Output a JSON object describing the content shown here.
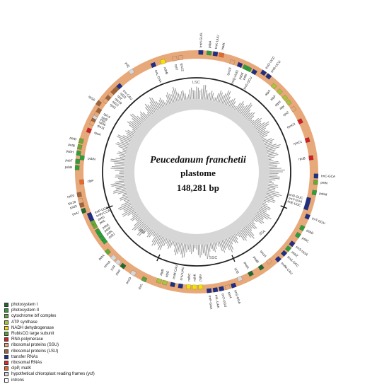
{
  "organism": {
    "species": "Peucedanum franchetii",
    "genome_type": "plastome",
    "length": "148,281 bp"
  },
  "regions": {
    "lsc": "LSC",
    "ssc": "SSC",
    "ira": "IRA",
    "irb": "IRB"
  },
  "legend": [
    {
      "label": "photosystem I",
      "color": "#1e6b2e"
    },
    {
      "label": "photosystem II",
      "color": "#2e9e3c"
    },
    {
      "label": "cytochrome b/f complex",
      "color": "#6aa833"
    },
    {
      "label": "ATP synthase",
      "color": "#a8c43c"
    },
    {
      "label": "NADH dehydrogenase",
      "color": "#f2e400"
    },
    {
      "label": "RubisCO large subunit",
      "color": "#5f9e3a"
    },
    {
      "label": "RNA polymerase",
      "color": "#d11f26"
    },
    {
      "label": "ribosomal proteins (SSU)",
      "color": "#e8a97a"
    },
    {
      "label": "ribosomal proteins (LSU)",
      "color": "#a0643b"
    },
    {
      "label": "transfer RNAs",
      "color": "#1f2f86"
    },
    {
      "label": "ribosomal RNAs",
      "color": "#e52a2a"
    },
    {
      "label": "clpP, matK",
      "color": "#e86a2a"
    },
    {
      "label": "hypothetical chloroplast reading frames (ycf)",
      "color": "#d8d8d8"
    },
    {
      "label": "introns",
      "color": "#ffffff"
    }
  ],
  "genes": [
    {
      "name": "trnH-GUG",
      "angle": 2,
      "side": "out",
      "color": "#1f2f86"
    },
    {
      "name": "psbA",
      "angle": 6,
      "side": "out",
      "color": "#2e9e3c"
    },
    {
      "name": "trnK-UUU",
      "angle": 9,
      "side": "out",
      "color": "#1f2f86"
    },
    {
      "name": "matK",
      "angle": 12,
      "side": "out",
      "color": "#e86a2a"
    },
    {
      "name": "rps16",
      "angle": 18,
      "side": "in",
      "color": "#e8a97a"
    },
    {
      "name": "trnQ-UUG",
      "angle": 22,
      "side": "in",
      "color": "#1f2f86"
    },
    {
      "name": "psbK",
      "angle": 25,
      "side": "in",
      "color": "#2e9e3c"
    },
    {
      "name": "psbI",
      "angle": 27,
      "side": "in",
      "color": "#2e9e3c"
    },
    {
      "name": "trnS-GCU",
      "angle": 30,
      "side": "in",
      "color": "#1f2f86"
    },
    {
      "name": "trnG-UCC",
      "angle": 34,
      "side": "out",
      "color": "#1f2f86"
    },
    {
      "name": "trnR-UCU",
      "angle": 37,
      "side": "out",
      "color": "#1f2f86"
    },
    {
      "name": "atpA",
      "angle": 42,
      "side": "in",
      "color": "#a8c43c"
    },
    {
      "name": "atpF",
      "angle": 46,
      "side": "in",
      "color": "#a8c43c"
    },
    {
      "name": "atpH",
      "angle": 50,
      "side": "in",
      "color": "#a8c43c"
    },
    {
      "name": "atpI",
      "angle": 53,
      "side": "in",
      "color": "#a8c43c"
    },
    {
      "name": "rps2",
      "angle": 57,
      "side": "in",
      "color": "#e8a97a"
    },
    {
      "name": "rpoC2",
      "angle": 64,
      "side": "in",
      "color": "#d11f26"
    },
    {
      "name": "rpoC1",
      "angle": 74,
      "side": "in",
      "color": "#d11f26"
    },
    {
      "name": "rpoB",
      "angle": 83,
      "side": "in",
      "color": "#d11f26"
    },
    {
      "name": "trnC-GCA",
      "angle": 92,
      "side": "out",
      "color": "#1f2f86"
    },
    {
      "name": "petN",
      "angle": 95,
      "side": "out",
      "color": "#6aa833"
    },
    {
      "name": "psbM",
      "angle": 100,
      "side": "out",
      "color": "#2e9e3c"
    },
    {
      "name": "trnD-GUC",
      "angle": 104,
      "side": "in",
      "color": "#1f2f86"
    },
    {
      "name": "trnY-GUA",
      "angle": 106,
      "side": "in",
      "color": "#1f2f86"
    },
    {
      "name": "trnE-UUC",
      "angle": 108,
      "side": "in",
      "color": "#1f2f86"
    },
    {
      "name": "trnT-GGU",
      "angle": 112,
      "side": "out",
      "color": "#1f2f86"
    },
    {
      "name": "psbD",
      "angle": 118,
      "side": "out",
      "color": "#2e9e3c"
    },
    {
      "name": "psbC",
      "angle": 122,
      "side": "out",
      "color": "#2e9e3c"
    },
    {
      "name": "trnS-UGA",
      "angle": 127,
      "side": "out",
      "color": "#1f2f86"
    },
    {
      "name": "psbZ",
      "angle": 130,
      "side": "out",
      "color": "#2e9e3c"
    },
    {
      "name": "trnG-GCC",
      "angle": 133,
      "side": "out",
      "color": "#1f2f86"
    },
    {
      "name": "trnfM-CAU",
      "angle": 137,
      "side": "out",
      "color": "#1f2f86"
    },
    {
      "name": "rps14",
      "angle": 141,
      "side": "in",
      "color": "#e8a97a"
    },
    {
      "name": "psaB",
      "angle": 146,
      "side": "in",
      "color": "#1e6b2e"
    },
    {
      "name": "psaA",
      "angle": 152,
      "side": "in",
      "color": "#1e6b2e"
    },
    {
      "name": "ycf3",
      "angle": 158,
      "side": "in",
      "color": "#d8d8d8"
    },
    {
      "name": "trnS-GGA",
      "angle": 162,
      "side": "out",
      "color": "#1f2f86"
    },
    {
      "name": "rps4",
      "angle": 165,
      "side": "out",
      "color": "#e8a97a"
    },
    {
      "name": "trnT-UGU",
      "angle": 168,
      "side": "out",
      "color": "#1f2f86"
    },
    {
      "name": "trnL-UAA",
      "angle": 171,
      "side": "out",
      "color": "#1f2f86"
    },
    {
      "name": "trnF-GAA",
      "angle": 174,
      "side": "out",
      "color": "#1f2f86"
    },
    {
      "name": "ndhJ",
      "angle": 178,
      "side": "in",
      "color": "#f2e400"
    },
    {
      "name": "ndhK",
      "angle": 181,
      "side": "in",
      "color": "#f2e400"
    },
    {
      "name": "ndhC",
      "angle": 184,
      "side": "in",
      "color": "#f2e400"
    },
    {
      "name": "trnV-UAC",
      "angle": 188,
      "side": "in",
      "color": "#1f2f86"
    },
    {
      "name": "trnM-CAU",
      "angle": 192,
      "side": "in",
      "color": "#1f2f86"
    },
    {
      "name": "atpE",
      "angle": 196,
      "side": "in",
      "color": "#a8c43c"
    },
    {
      "name": "atpB",
      "angle": 199,
      "side": "in",
      "color": "#a8c43c"
    },
    {
      "name": "rbcL",
      "angle": 206,
      "side": "out",
      "color": "#5f9e3a"
    },
    {
      "name": "accD",
      "angle": 212,
      "side": "out",
      "color": "#d8d8d8"
    },
    {
      "name": "psaI",
      "angle": 218,
      "side": "out",
      "color": "#1e6b2e"
    },
    {
      "name": "ycf4",
      "angle": 221,
      "side": "out",
      "color": "#d8d8d8"
    },
    {
      "name": "cemA",
      "angle": 224,
      "side": "out",
      "color": "#d8d8d8"
    },
    {
      "name": "petA",
      "angle": 228,
      "side": "out",
      "color": "#6aa833"
    },
    {
      "name": "psbJ",
      "angle": 233,
      "side": "in",
      "color": "#2e9e3c"
    },
    {
      "name": "psbL",
      "angle": 235,
      "side": "in",
      "color": "#2e9e3c"
    },
    {
      "name": "psbF",
      "angle": 237,
      "side": "in",
      "color": "#2e9e3c"
    },
    {
      "name": "psbE",
      "angle": 239,
      "side": "in",
      "color": "#2e9e3c"
    },
    {
      "name": "petL",
      "angle": 242,
      "side": "in",
      "color": "#6aa833"
    },
    {
      "name": "petG",
      "angle": 244,
      "side": "in",
      "color": "#6aa833"
    },
    {
      "name": "trnW-CCA",
      "angle": 246,
      "side": "in",
      "color": "#1f2f86"
    },
    {
      "name": "trnP-UGG",
      "angle": 248,
      "side": "in",
      "color": "#1f2f86"
    },
    {
      "name": "psaJ",
      "angle": 251,
      "side": "out",
      "color": "#1e6b2e"
    },
    {
      "name": "rpl33",
      "angle": 254,
      "side": "out",
      "color": "#a0643b"
    },
    {
      "name": "rps18",
      "angle": 256,
      "side": "out",
      "color": "#e8a97a"
    },
    {
      "name": "rpl20",
      "angle": 259,
      "side": "out",
      "color": "#a0643b"
    },
    {
      "name": "clpP",
      "angle": 265,
      "side": "in",
      "color": "#e86a2a"
    },
    {
      "name": "psbB",
      "angle": 272,
      "side": "out",
      "color": "#2e9e3c"
    },
    {
      "name": "psbT",
      "angle": 275,
      "side": "out",
      "color": "#2e9e3c"
    },
    {
      "name": "psbN",
      "angle": 277,
      "side": "in",
      "color": "#2e9e3c"
    },
    {
      "name": "psbH",
      "angle": 279,
      "side": "out",
      "color": "#2e9e3c"
    },
    {
      "name": "petB",
      "angle": 282,
      "side": "out",
      "color": "#6aa833"
    },
    {
      "name": "petD",
      "angle": 285,
      "side": "out",
      "color": "#6aa833"
    },
    {
      "name": "rpoA",
      "angle": 291,
      "side": "in",
      "color": "#d11f26"
    },
    {
      "name": "rps11",
      "angle": 295,
      "side": "in",
      "color": "#e8a97a"
    },
    {
      "name": "rpl36",
      "angle": 297,
      "side": "in",
      "color": "#a0643b"
    },
    {
      "name": "infA",
      "angle": 298.5,
      "side": "in",
      "color": "#d8d8d8"
    },
    {
      "name": "rps8",
      "angle": 300,
      "side": "in",
      "color": "#e8a97a"
    },
    {
      "name": "rpl14",
      "angle": 302,
      "side": "in",
      "color": "#a0643b"
    },
    {
      "name": "rpl16",
      "angle": 305,
      "side": "out",
      "color": "#a0643b"
    },
    {
      "name": "rps3",
      "angle": 308,
      "side": "in",
      "color": "#e8a97a"
    },
    {
      "name": "rpl22",
      "angle": 310,
      "side": "in",
      "color": "#a0643b"
    },
    {
      "name": "rps19",
      "angle": 312,
      "side": "in",
      "color": "#e8a97a"
    },
    {
      "name": "rpl2",
      "angle": 314,
      "side": "in",
      "color": "#a0643b"
    },
    {
      "name": "rpl23",
      "angle": 316,
      "side": "in",
      "color": "#a0643b"
    },
    {
      "name": "trnI-CAU",
      "angle": 318,
      "side": "in",
      "color": "#1f2f86"
    },
    {
      "name": "ycf2",
      "angle": 327,
      "side": "out",
      "color": "#d8d8d8"
    },
    {
      "name": "trnL-CAA",
      "angle": 338,
      "side": "in",
      "color": "#1f2f86"
    },
    {
      "name": "ndhB",
      "angle": 343,
      "side": "in",
      "color": "#f2e400"
    },
    {
      "name": "rps7",
      "angle": 349,
      "side": "in",
      "color": "#e8a97a"
    },
    {
      "name": "rps12",
      "angle": 352,
      "side": "in",
      "color": "#e8a97a"
    }
  ]
}
